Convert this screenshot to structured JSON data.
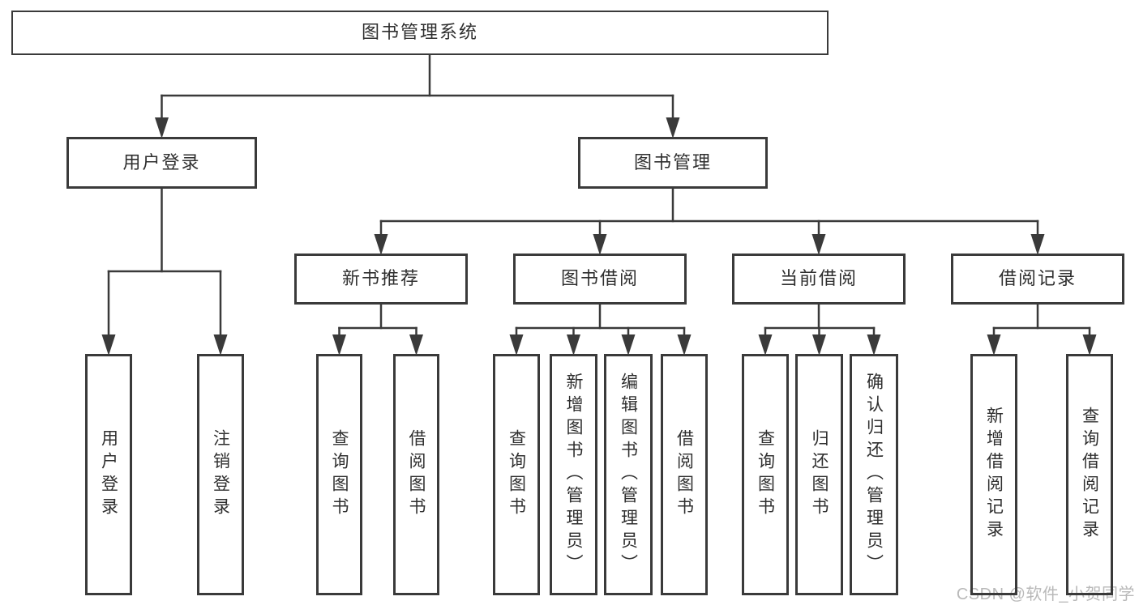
{
  "diagram": {
    "nodes": [
      {
        "id": "root",
        "label": "图书管理系统",
        "children": [
          "user_login",
          "book_mgmt"
        ]
      },
      {
        "id": "user_login",
        "label": "用户登录",
        "children": [
          "leaf_user_login",
          "leaf_logout"
        ]
      },
      {
        "id": "book_mgmt",
        "label": "图书管理",
        "children": [
          "new_book_rec",
          "book_borrow",
          "current_borrow",
          "borrow_record"
        ]
      },
      {
        "id": "new_book_rec",
        "label": "新书推荐",
        "children": [
          "leaf_nbr_query",
          "leaf_nbr_borrow"
        ]
      },
      {
        "id": "book_borrow",
        "label": "图书借阅",
        "children": [
          "leaf_bb_query",
          "leaf_bb_add",
          "leaf_bb_edit",
          "leaf_bb_borrow"
        ]
      },
      {
        "id": "current_borrow",
        "label": "当前借阅",
        "children": [
          "leaf_cb_query",
          "leaf_cb_return",
          "leaf_cb_confirm"
        ]
      },
      {
        "id": "borrow_record",
        "label": "借阅记录",
        "children": [
          "leaf_br_add",
          "leaf_br_query"
        ]
      },
      {
        "id": "leaf_user_login",
        "label": "用户登录"
      },
      {
        "id": "leaf_logout",
        "label": "注销登录"
      },
      {
        "id": "leaf_nbr_query",
        "label": "查询图书"
      },
      {
        "id": "leaf_nbr_borrow",
        "label": "借阅图书"
      },
      {
        "id": "leaf_bb_query",
        "label": "查询图书"
      },
      {
        "id": "leaf_bb_add",
        "label": "新增图书（管理员）"
      },
      {
        "id": "leaf_bb_edit",
        "label": "编辑图书（管理员）"
      },
      {
        "id": "leaf_bb_borrow",
        "label": "借阅图书"
      },
      {
        "id": "leaf_cb_query",
        "label": "查询图书"
      },
      {
        "id": "leaf_cb_return",
        "label": "归还图书"
      },
      {
        "id": "leaf_cb_confirm",
        "label": "确认归还（管理员）"
      },
      {
        "id": "leaf_br_add",
        "label": "新增借阅记录"
      },
      {
        "id": "leaf_br_query",
        "label": "查询借阅记录"
      }
    ],
    "colors": {
      "line": "#3a3a3a",
      "box_border": "#3a3a3a",
      "box_fill": "#ffffff",
      "text": "#2f2f2f",
      "background": "#ffffff",
      "watermark": "#b9b9b9"
    },
    "watermark": "CSDN @软件_小贺同学"
  }
}
